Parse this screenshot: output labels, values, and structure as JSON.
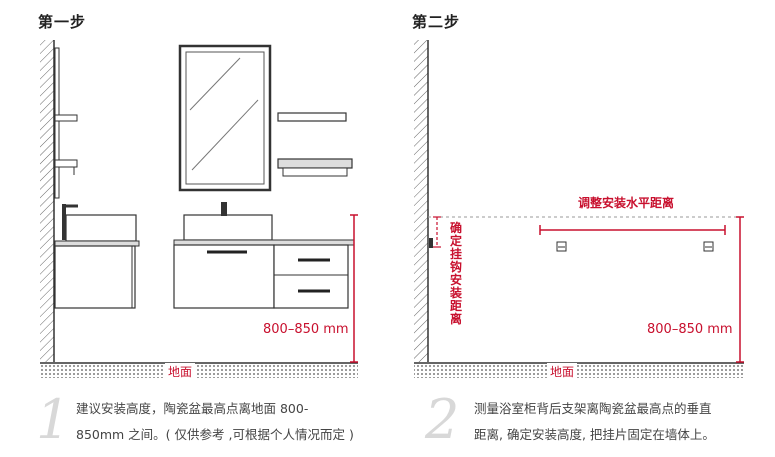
{
  "step1": {
    "title": "第一步",
    "measurement": "800–850 mm",
    "floor": "地面",
    "number": "1",
    "caption_line1": "建议安装高度，陶瓷盆最高点离地面 800-",
    "caption_line2": "850mm 之间。( 仅供参考 ,可根据个人情况而定 )"
  },
  "step2": {
    "title": "第二步",
    "adjust_label": "调整安装水平距离",
    "hook_label": "确定挂钩安装距离",
    "measurement": "800–850 mm",
    "floor": "地面",
    "number": "2",
    "caption_line1": "测量浴室柜背后支架离陶瓷盆最高点的垂直",
    "caption_line2": "距离, 确定安装高度, 把挂片固定在墙体上。"
  },
  "colors": {
    "accent_red": "#c8102e",
    "line_dark": "#333333",
    "caption_gray": "#444444"
  }
}
